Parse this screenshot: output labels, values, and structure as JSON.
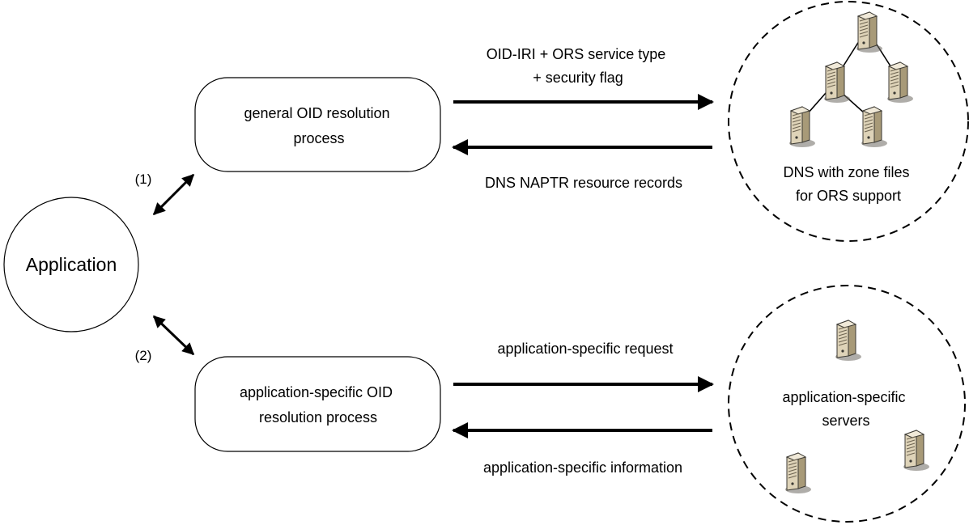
{
  "nodes": {
    "application": "Application",
    "general_process": [
      "general OID resolution",
      "process"
    ],
    "specific_process": [
      "application-specific OID",
      "resolution process"
    ],
    "dns_cloud": [
      "DNS with zone files",
      "for ORS support"
    ],
    "servers_cloud": [
      "application-specific",
      "servers"
    ]
  },
  "links": {
    "step1": "(1)",
    "step2": "(2)"
  },
  "flows": {
    "dns_request": [
      "OID-IRI + ORS service type",
      "+ security flag"
    ],
    "dns_response": "DNS NAPTR resource records",
    "app_request": "application-specific request",
    "app_response": "application-specific information"
  },
  "icons": {
    "server": "server-tower-icon"
  },
  "colors": {
    "server_body": "#ded3b8",
    "server_side": "#a89a78",
    "server_top": "#f0e9d8",
    "server_shadow": "#6e6a63"
  }
}
